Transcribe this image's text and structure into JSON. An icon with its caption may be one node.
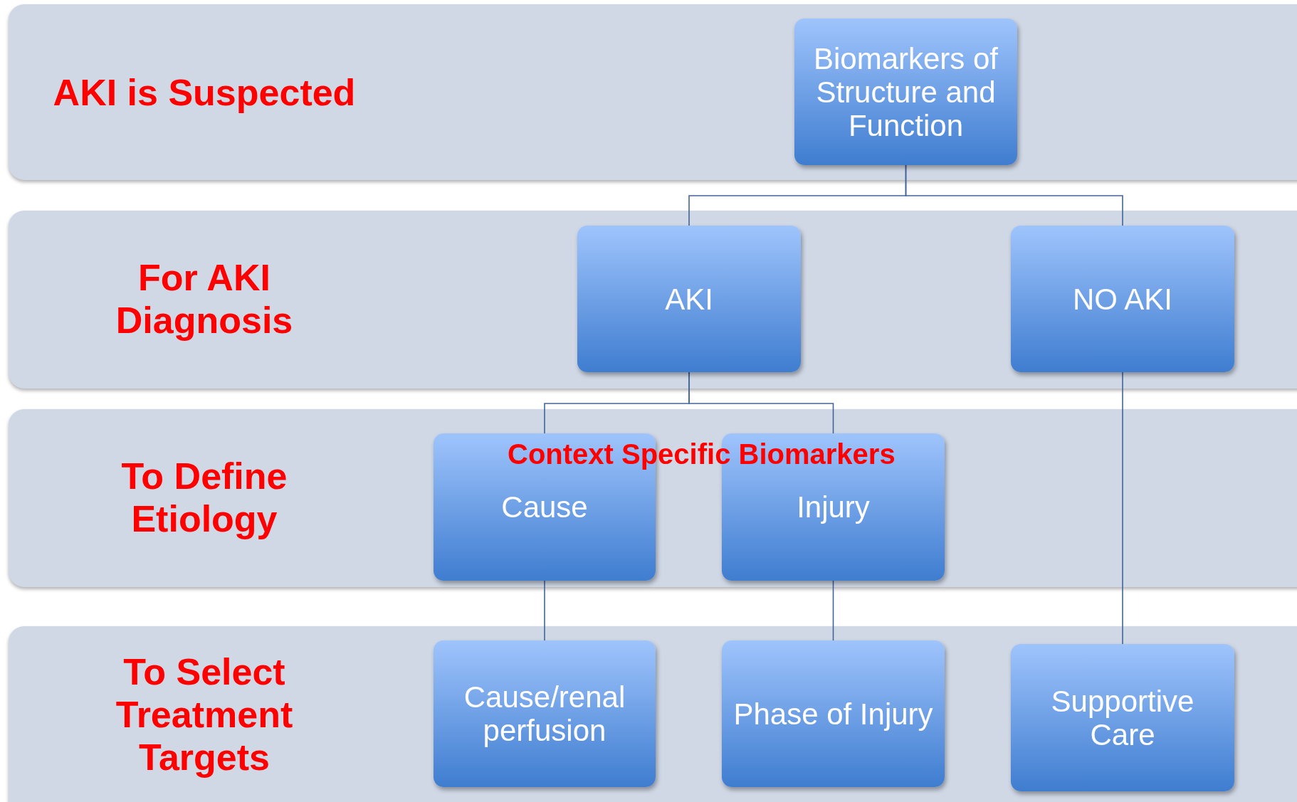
{
  "diagram": {
    "nodes": [
      {
        "text": [
          "AKI is Suspected"
        ]
      },
      {
        "text": [
          "Biomarkers of Structure and Function"
        ],
        "in": 0
      },
      {
        "text": [
          "For AKI Diagnosis"
        ]
      },
      {
        "text": [
          "AKI"
        ],
        "in": 2
      },
      {
        "text": [
          "NO AKI"
        ],
        "in": 2
      },
      {
        "text": [
          "To Define Etiology"
        ]
      },
      {
        "text": [
          "Cause"
        ],
        "in": 5
      },
      {
        "text": [
          "Injury"
        ],
        "in": 5
      },
      {
        "text": [
          "To Select Treatment Targets"
        ]
      },
      {
        "text": [
          "Cause/renal perfusion"
        ],
        "in": 8
      },
      {
        "text": [
          "Phase of Injury"
        ],
        "in": 8
      },
      {
        "text": [
          "Supportive Care"
        ],
        "in": 8
      }
    ],
    "edges": [
      {
        "from": 1,
        "to": 3,
        "arrow": "none"
      },
      {
        "from": 1,
        "to": 4,
        "arrow": "none"
      },
      {
        "from": 3,
        "to": 6,
        "arrow": "none"
      },
      {
        "from": 3,
        "to": 7,
        "arrow": "none"
      },
      {
        "from": 6,
        "to": 9,
        "arrow": "none"
      },
      {
        "from": 7,
        "to": 10,
        "arrow": "none"
      },
      {
        "from": 4,
        "to": 11,
        "arrow": "none"
      }
    ],
    "labels": [
      "Context Specific Biomarkers"
    ]
  }
}
